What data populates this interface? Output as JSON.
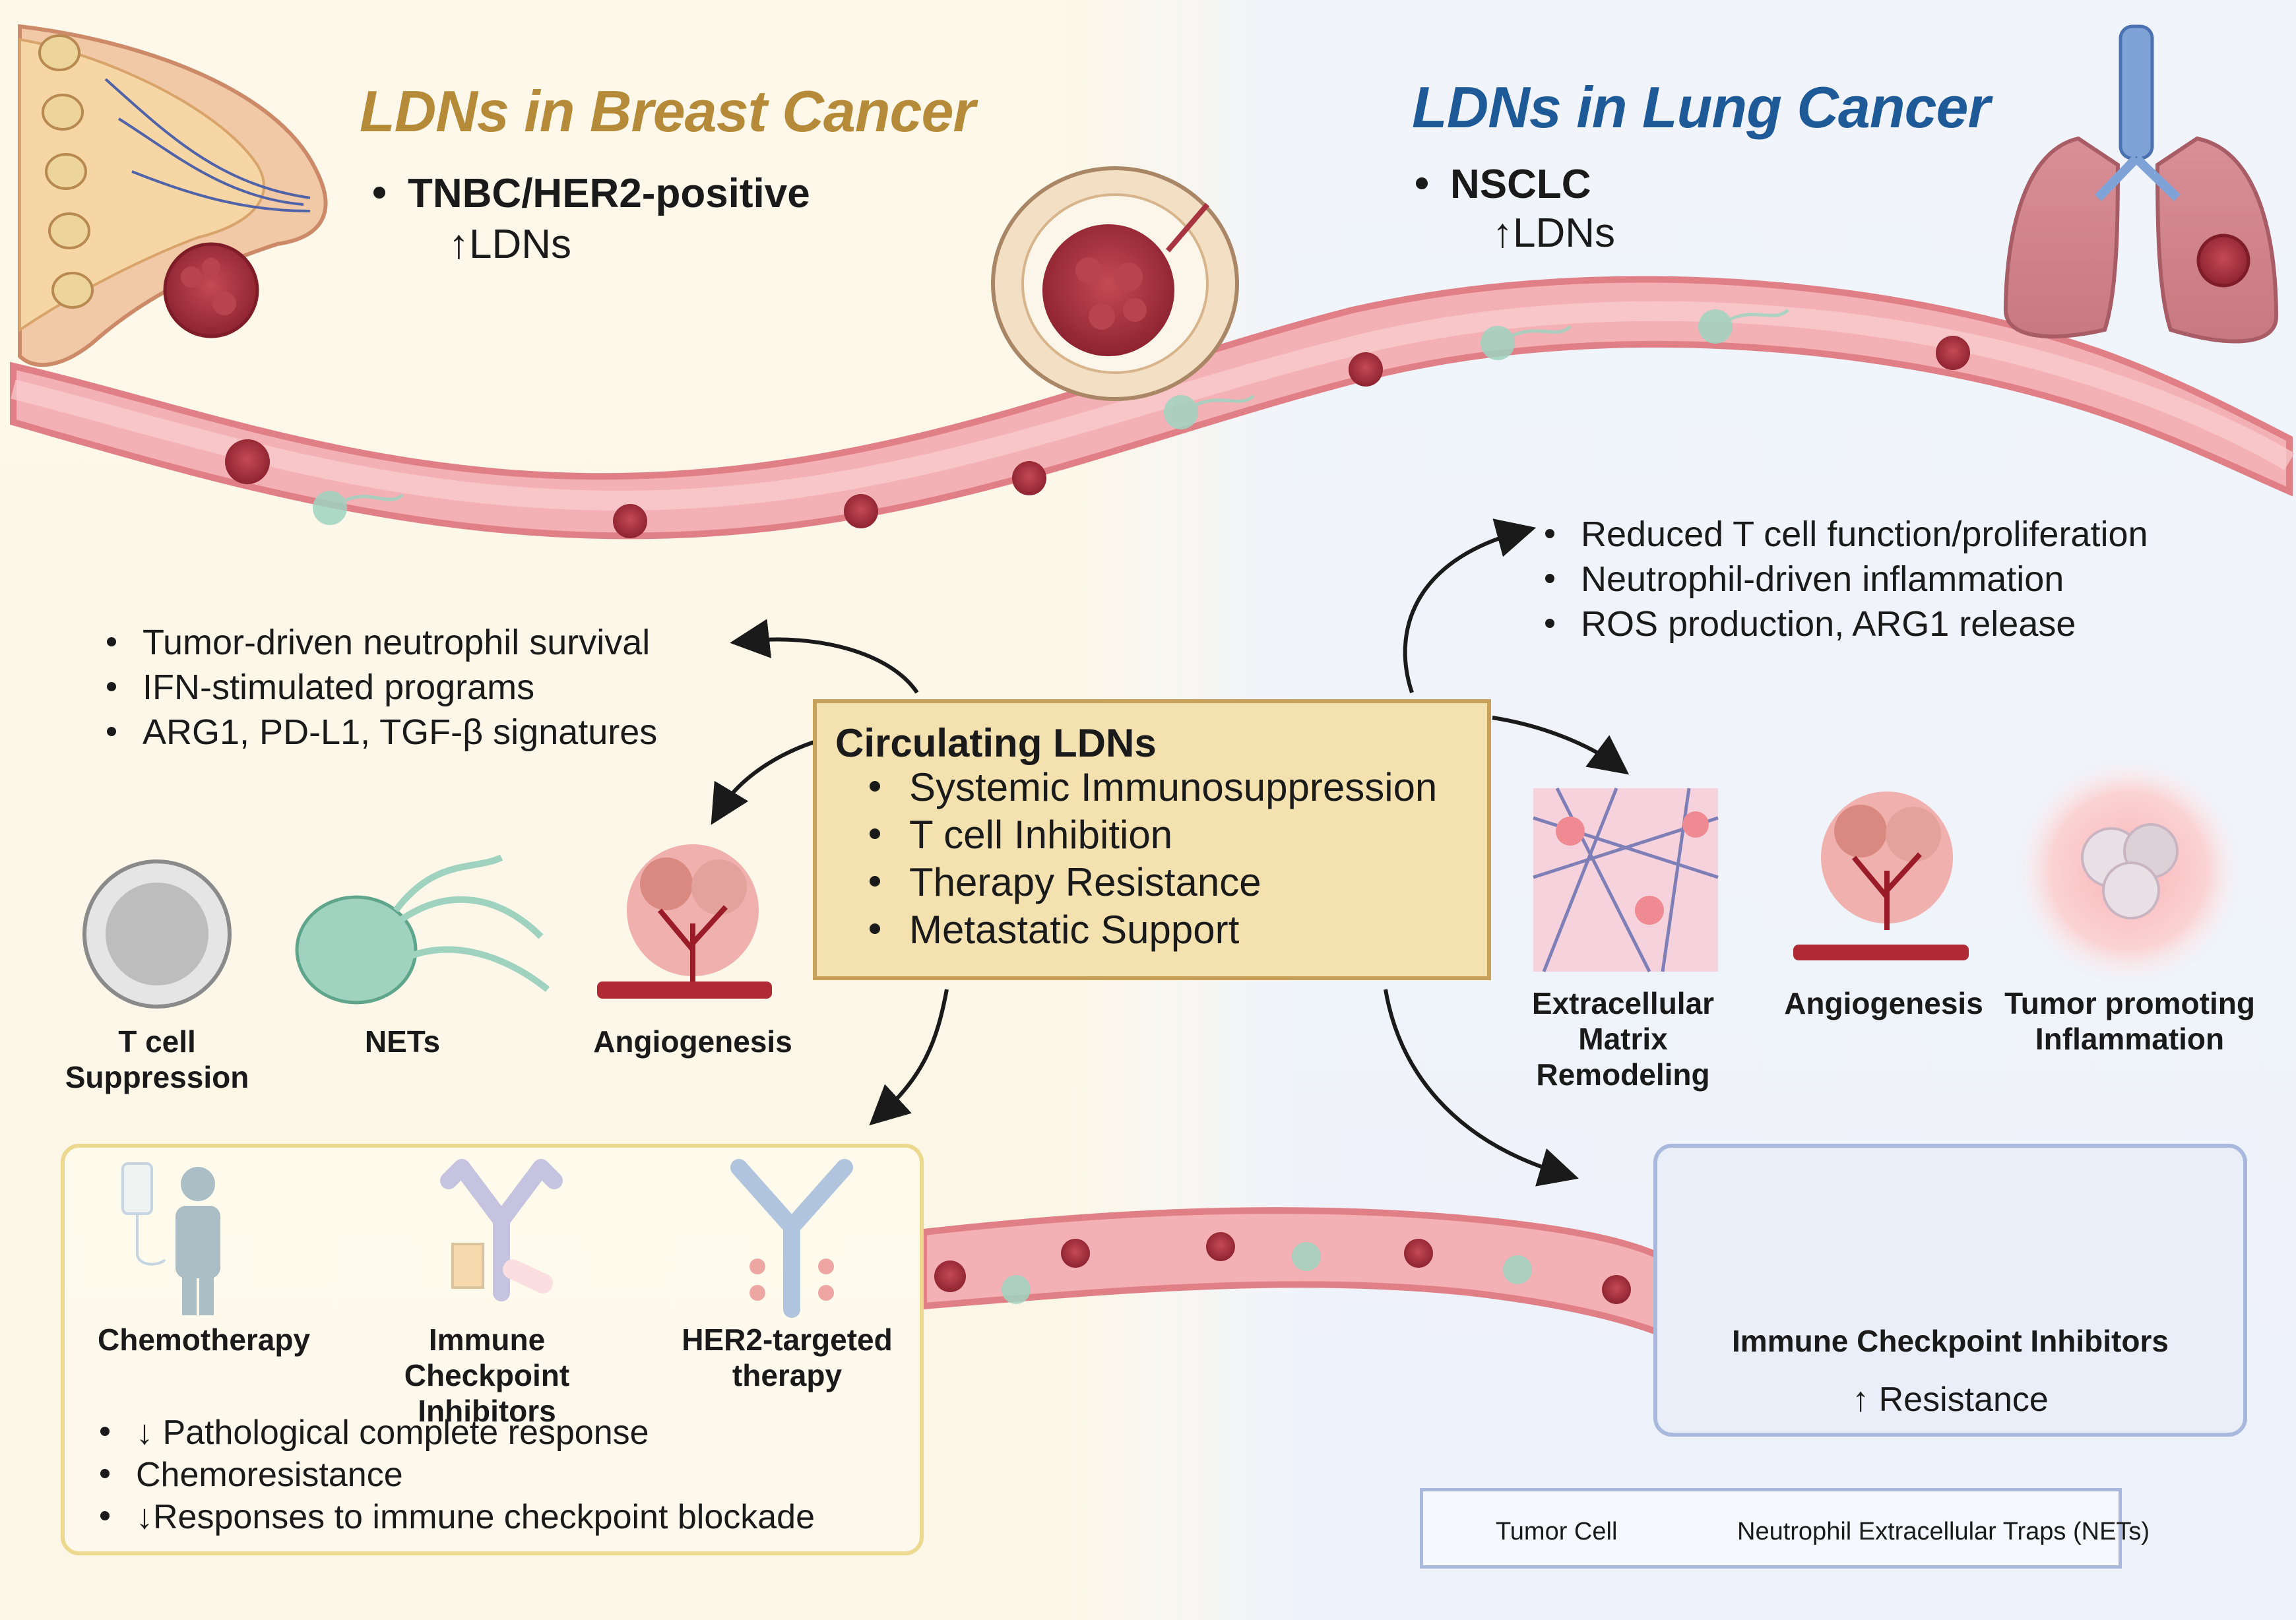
{
  "titles": {
    "breast": "LDNs in Breast Cancer",
    "lung": "LDNs in Lung Cancer"
  },
  "breast": {
    "subtype": "TNBC/HER2-positive",
    "ldn_change": "↑LDNs",
    "mechanisms": [
      "Tumor-driven neutrophil survival",
      "IFN-stimulated programs",
      "ARG1, PD-L1, TGF-β signatures"
    ],
    "effects": {
      "t_cell": "T cell\nSuppression",
      "nets": "NETs",
      "angiogenesis": "Angiogenesis"
    },
    "therapies": {
      "chemo": "Chemotherapy",
      "ici": "Immune Checkpoint\nInhibitors",
      "her2": "HER2-targeted\ntherapy"
    },
    "outcomes": [
      "↓ Pathological  complete response",
      "Chemoresistance",
      "↓Responses to immune checkpoint blockade"
    ]
  },
  "lung": {
    "subtype": "NSCLC",
    "ldn_change": "↑LDNs",
    "mechanisms": [
      "Reduced T cell function/proliferation",
      "Neutrophil-driven inflammation",
      "ROS production, ARG1 release"
    ],
    "effects": {
      "ecm": "Extracellular\nMatrix\nRemodeling",
      "angiogenesis": "Angiogenesis",
      "inflammation": "Tumor promoting\nInflammation"
    },
    "therapy": "Immune Checkpoint Inhibitors",
    "outcome": "↑ Resistance"
  },
  "center": {
    "title": "Circulating LDNs",
    "items": [
      "Systemic Immunosuppression",
      "T cell Inhibition",
      "Therapy Resistance",
      "Metastatic Support"
    ]
  },
  "legend": {
    "tumor_cell": "Tumor Cell",
    "nets": "Neutrophil Extracellular Traps (NETs)"
  },
  "colors": {
    "breast_title": "#b58a38",
    "lung_title": "#1f5a98",
    "vessel": "#f2a9ac",
    "vessel_edge": "#e07f86",
    "tumor": "#a83440",
    "center_box": "#f3e2b0"
  }
}
